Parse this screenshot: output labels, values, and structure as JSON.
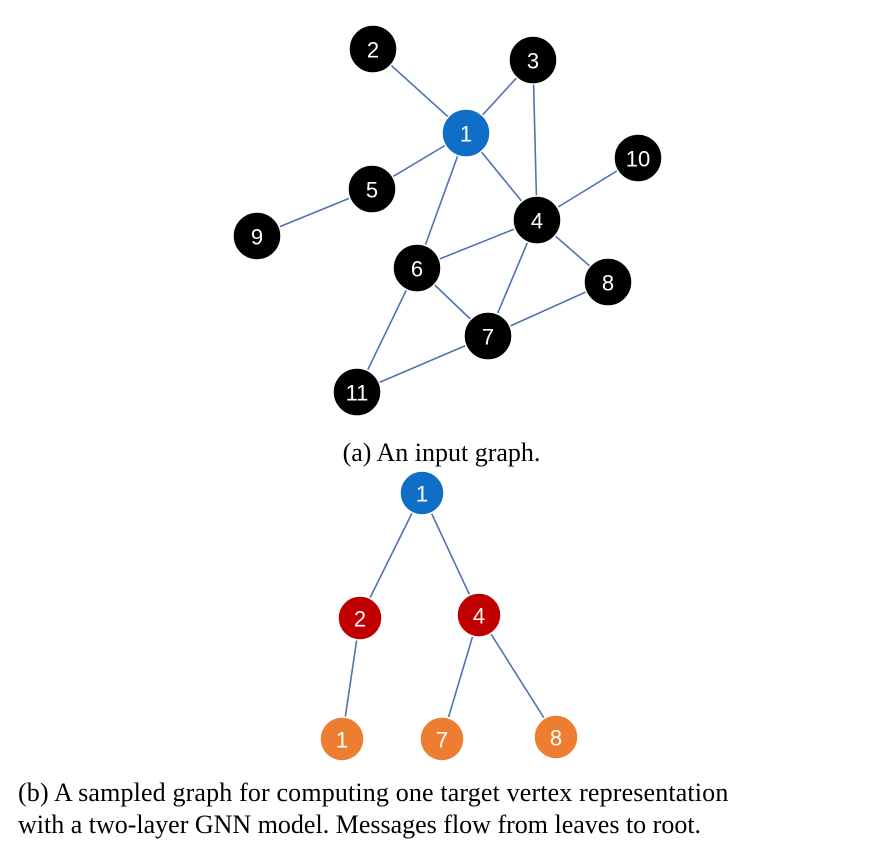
{
  "colors": {
    "edge": "#4f73b3",
    "root": "#0f6fc6",
    "other": "#000000",
    "layer1": "#c00000",
    "layer2": "#ed7d31",
    "node_stroke": "#ffffff"
  },
  "input_graph": {
    "nodes": [
      {
        "id": "1",
        "label": "1",
        "role": "root"
      },
      {
        "id": "2",
        "label": "2",
        "role": "other"
      },
      {
        "id": "3",
        "label": "3",
        "role": "other"
      },
      {
        "id": "4",
        "label": "4",
        "role": "other"
      },
      {
        "id": "5",
        "label": "5",
        "role": "other"
      },
      {
        "id": "6",
        "label": "6",
        "role": "other"
      },
      {
        "id": "7",
        "label": "7",
        "role": "other"
      },
      {
        "id": "8",
        "label": "8",
        "role": "other"
      },
      {
        "id": "9",
        "label": "9",
        "role": "other"
      },
      {
        "id": "10",
        "label": "10",
        "role": "other"
      },
      {
        "id": "11",
        "label": "11",
        "role": "other"
      }
    ],
    "edges": [
      [
        "2",
        "1"
      ],
      [
        "3",
        "1"
      ],
      [
        "3",
        "4"
      ],
      [
        "1",
        "5"
      ],
      [
        "1",
        "4"
      ],
      [
        "1",
        "6"
      ],
      [
        "5",
        "9"
      ],
      [
        "10",
        "4"
      ],
      [
        "4",
        "6"
      ],
      [
        "4",
        "7"
      ],
      [
        "4",
        "8"
      ],
      [
        "6",
        "7"
      ],
      [
        "6",
        "11"
      ],
      [
        "7",
        "8"
      ],
      [
        "7",
        "11"
      ]
    ]
  },
  "sampled_graph": {
    "nodes": [
      {
        "id": "r1",
        "label": "1",
        "role": "root"
      },
      {
        "id": "m2",
        "label": "2",
        "role": "layer1"
      },
      {
        "id": "m4",
        "label": "4",
        "role": "layer1"
      },
      {
        "id": "l1",
        "label": "1",
        "role": "layer2"
      },
      {
        "id": "l7",
        "label": "7",
        "role": "layer2"
      },
      {
        "id": "l8",
        "label": "8",
        "role": "layer2"
      }
    ],
    "edges": [
      [
        "r1",
        "m2"
      ],
      [
        "r1",
        "m4"
      ],
      [
        "m2",
        "l1"
      ],
      [
        "m4",
        "l7"
      ],
      [
        "m4",
        "l8"
      ]
    ]
  },
  "captions": {
    "a": "(a) An input graph.",
    "b_line1": "(b) A sampled graph for computing one target vertex representation",
    "b_line2": "with a two-layer GNN model. Messages flow from leaves to root."
  }
}
